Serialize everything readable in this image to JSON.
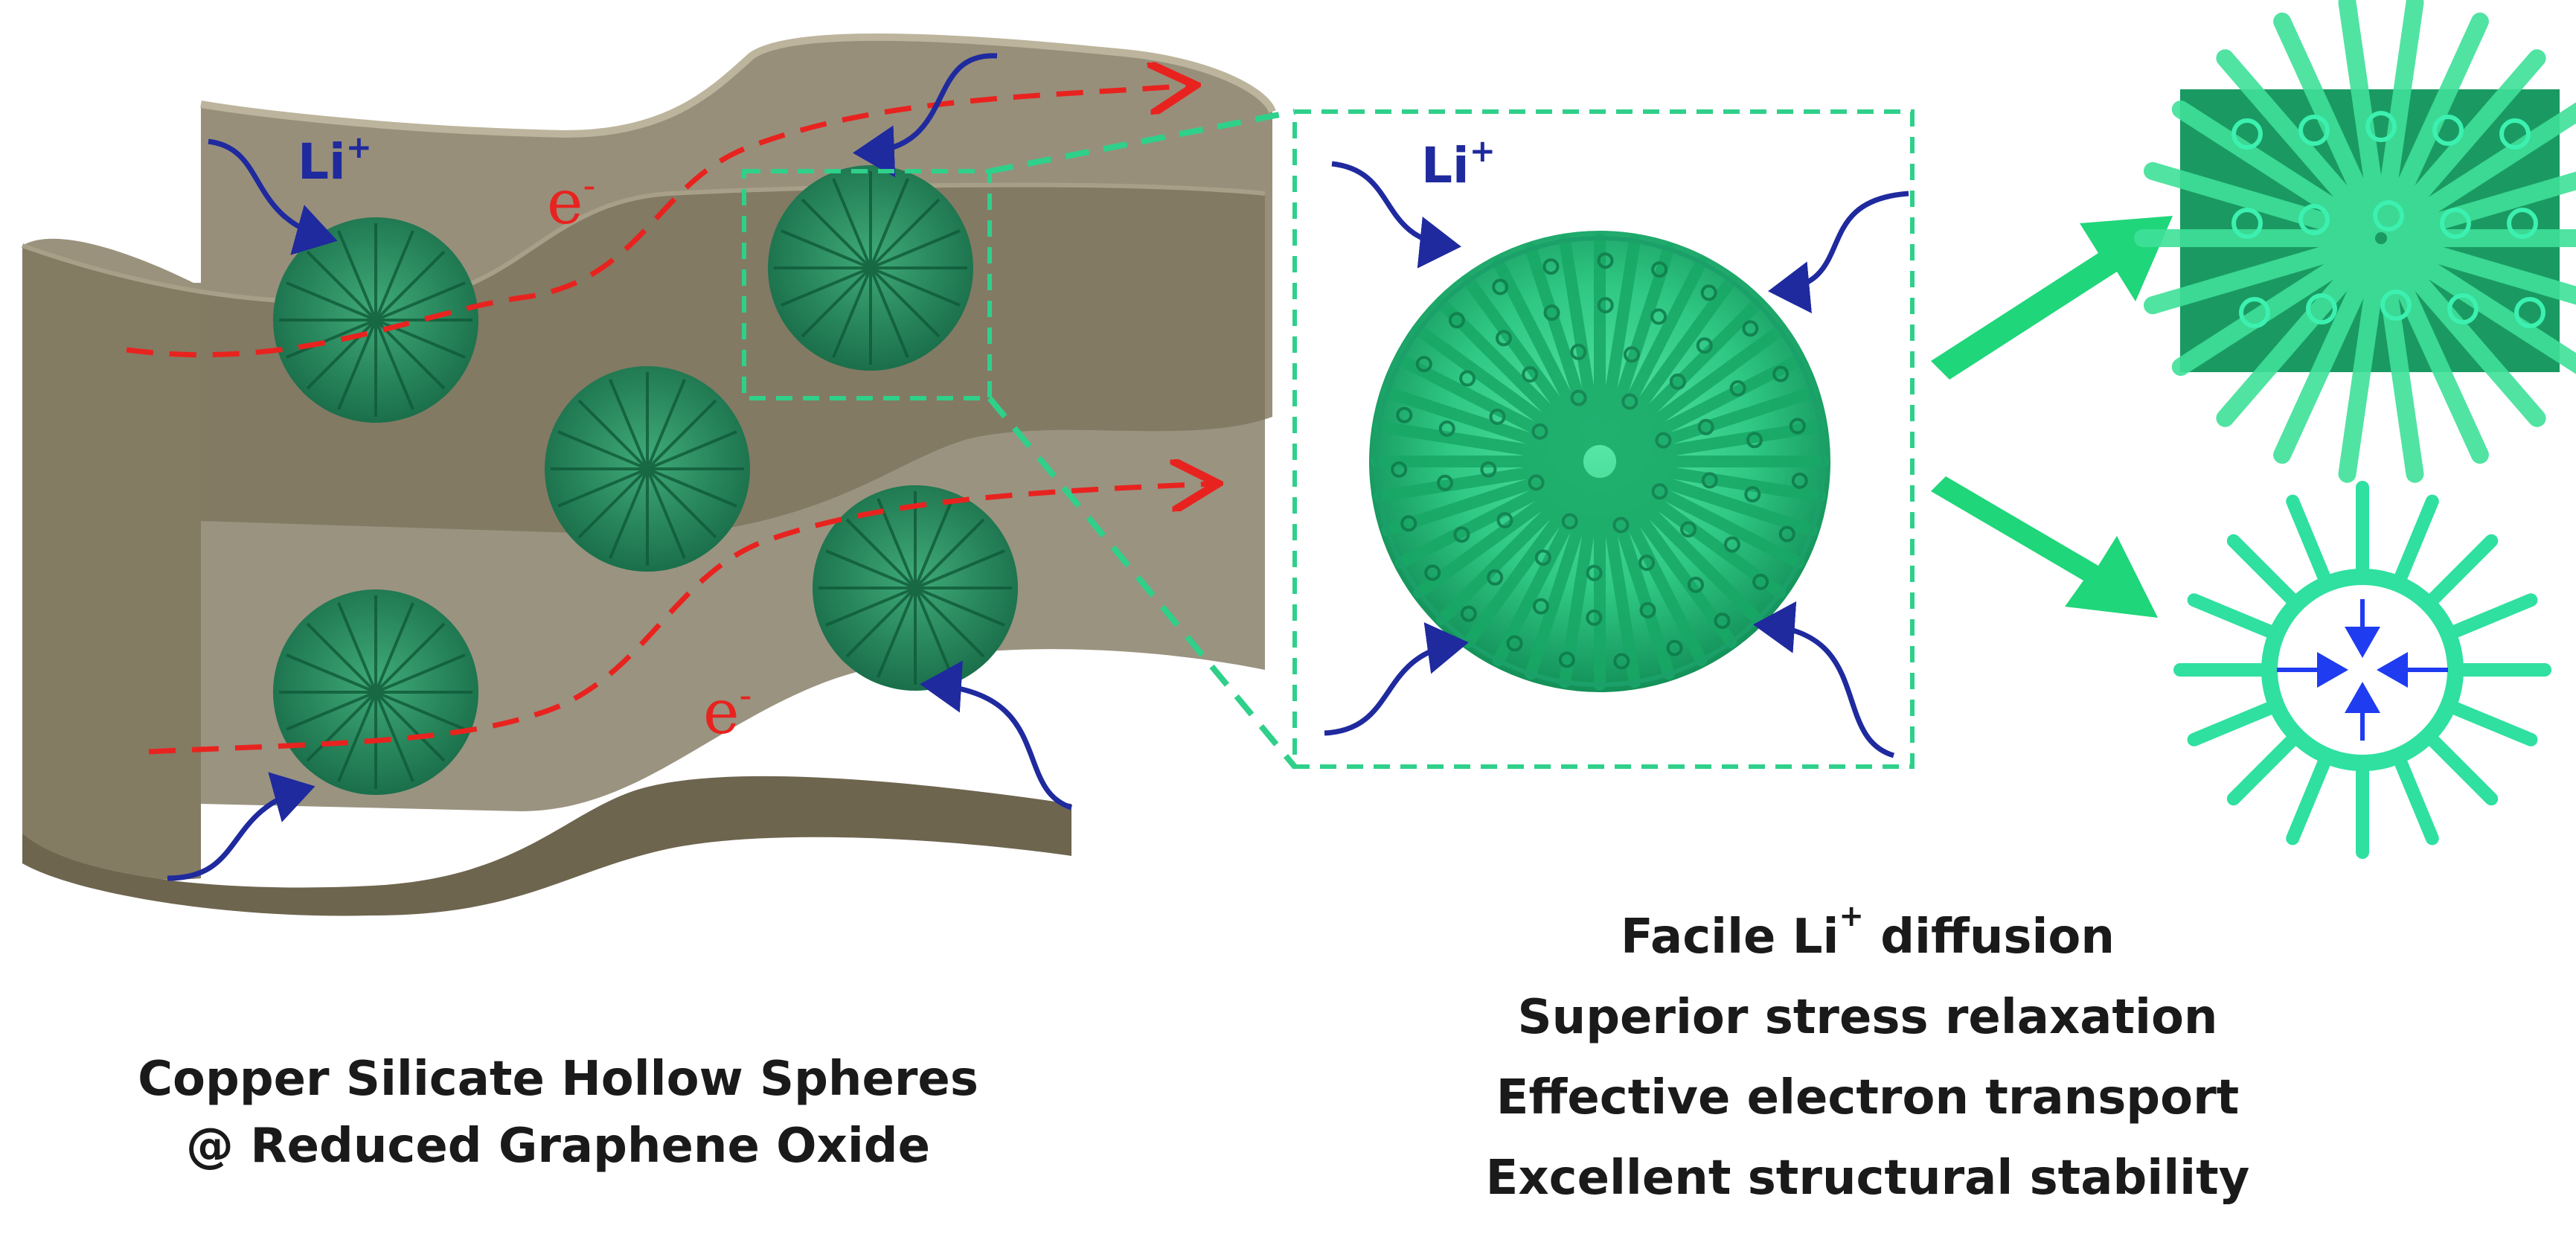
{
  "labels": {
    "li_ion": "Li",
    "li_ion_sup": "+",
    "electron": "e",
    "electron_sup": "-"
  },
  "left_caption": {
    "line1": "Copper Silicate Hollow Spheres",
    "line2": "@ Reduced Graphene Oxide"
  },
  "right_caption": {
    "line1_pre": "Facile Li",
    "line1_sup": "+",
    "line1_post": " diffusion",
    "line2": "Superior stress relaxation",
    "line3": "Effective electron transport",
    "line4": "Excellent structural stability"
  },
  "colors": {
    "sheet": "#8a8068",
    "sheet_dark": "#6e654f",
    "sphere": "#2fd08a",
    "sphere_dark": "#12804f",
    "li_arrow": "#1f2a9e",
    "electron_path": "#e8231f",
    "dashed_box": "#2fd08a",
    "big_arrow": "#1fd67a",
    "inner_arrow": "#1f3cf0"
  }
}
